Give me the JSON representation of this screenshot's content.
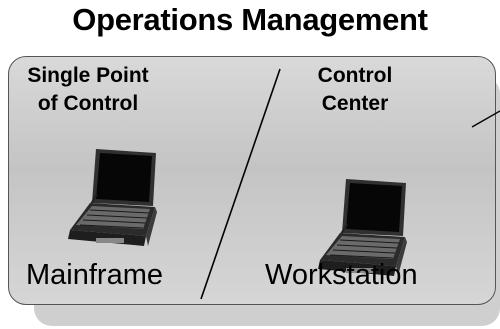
{
  "title": "Operations Management",
  "left_section": {
    "heading_line1": "Single Point",
    "heading_line2": "of Control",
    "bottom_label": "Mainframe"
  },
  "right_section": {
    "heading_line1": "Control",
    "heading_line2": "Center",
    "bottom_label": "Workstation"
  },
  "icons": {
    "left_device": "laptop-icon",
    "right_device": "laptop-icon"
  },
  "colors": {
    "panel": "#cccccc",
    "shadow": "#cfcfcf",
    "screen": "#000000"
  }
}
